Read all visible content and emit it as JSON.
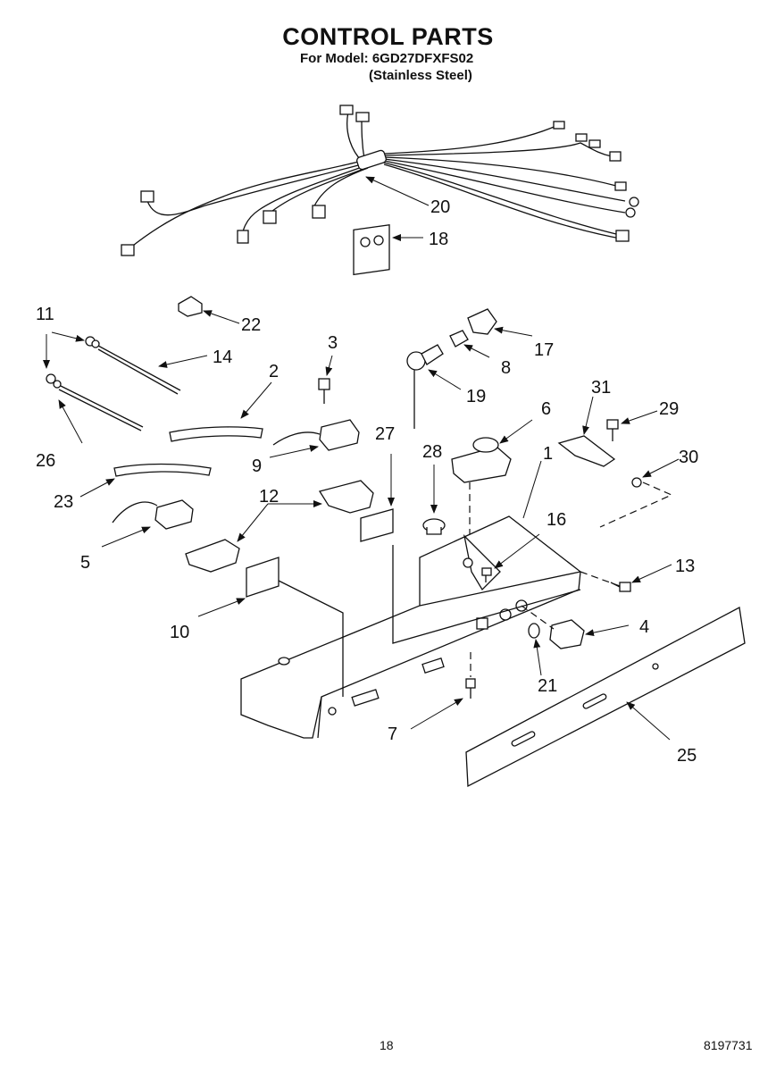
{
  "header": {
    "title": "CONTROL PARTS",
    "model_line": "For Model: 6GD27DFXFS02",
    "variant": "(Stainless Steel)"
  },
  "callouts": {
    "c1": "1",
    "c2": "2",
    "c3": "3",
    "c4": "4",
    "c5": "5",
    "c6": "6",
    "c7": "7",
    "c8": "8",
    "c9": "9",
    "c10": "10",
    "c11": "11",
    "c12": "12",
    "c13": "13",
    "c14": "14",
    "c16": "16",
    "c17": "17",
    "c18": "18",
    "c19": "19",
    "c20": "20",
    "c21": "21",
    "c22": "22",
    "c23": "23",
    "c25": "25",
    "c26": "26",
    "c27": "27",
    "c28": "28",
    "c29": "29",
    "c30": "30",
    "c31": "31"
  },
  "footer": {
    "page_number": "18",
    "document_number": "8197731"
  }
}
